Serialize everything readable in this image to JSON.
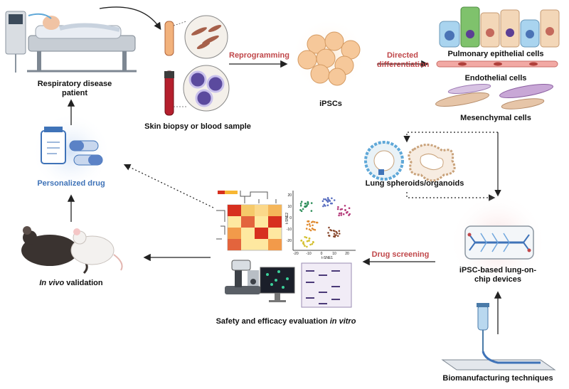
{
  "labels": {
    "patient": "Respiratory disease patient",
    "sample": "Skin biopsy or blood sample",
    "reprogramming": "Reprogramming",
    "ipscs": "iPSCs",
    "directed": "Directed differentiation",
    "pulmonary": "Pulmonary epithelial cells",
    "endothelial": "Endothelial cells",
    "mesenchymal": "Mesenchymal cells",
    "organoids": "Lung spheroids/organoids",
    "personalized": "Personalized drug",
    "drug_screening": "Drug screening",
    "lung_on_chip": "iPSC-based lung-on-chip devices",
    "invivo_italic": "In vivo",
    "invivo_rest": " validation",
    "safety_prefix": "Safety and efficacy evaluation ",
    "safety_italic": "in vitro",
    "biomanufacturing": "Biomanufacturing techniques"
  },
  "plot_text": {
    "tsne_x": "t-SNE1",
    "tsne_y": "t-SNE2",
    "tsne_yticks": [
      "20",
      "10",
      "0",
      "-10",
      "-20"
    ],
    "tsne_xticks": [
      "-20",
      "-10",
      "0",
      "10",
      "20"
    ]
  },
  "colors": {
    "accent_red": "#c0474a",
    "accent_blue": "#3f73b8",
    "arrow": "#222222",
    "cell_orange": "#f6c89a",
    "cell_purple": "#5b3f95",
    "heat_red": "#d7301f",
    "heat_yellow": "#fee8a0"
  }
}
